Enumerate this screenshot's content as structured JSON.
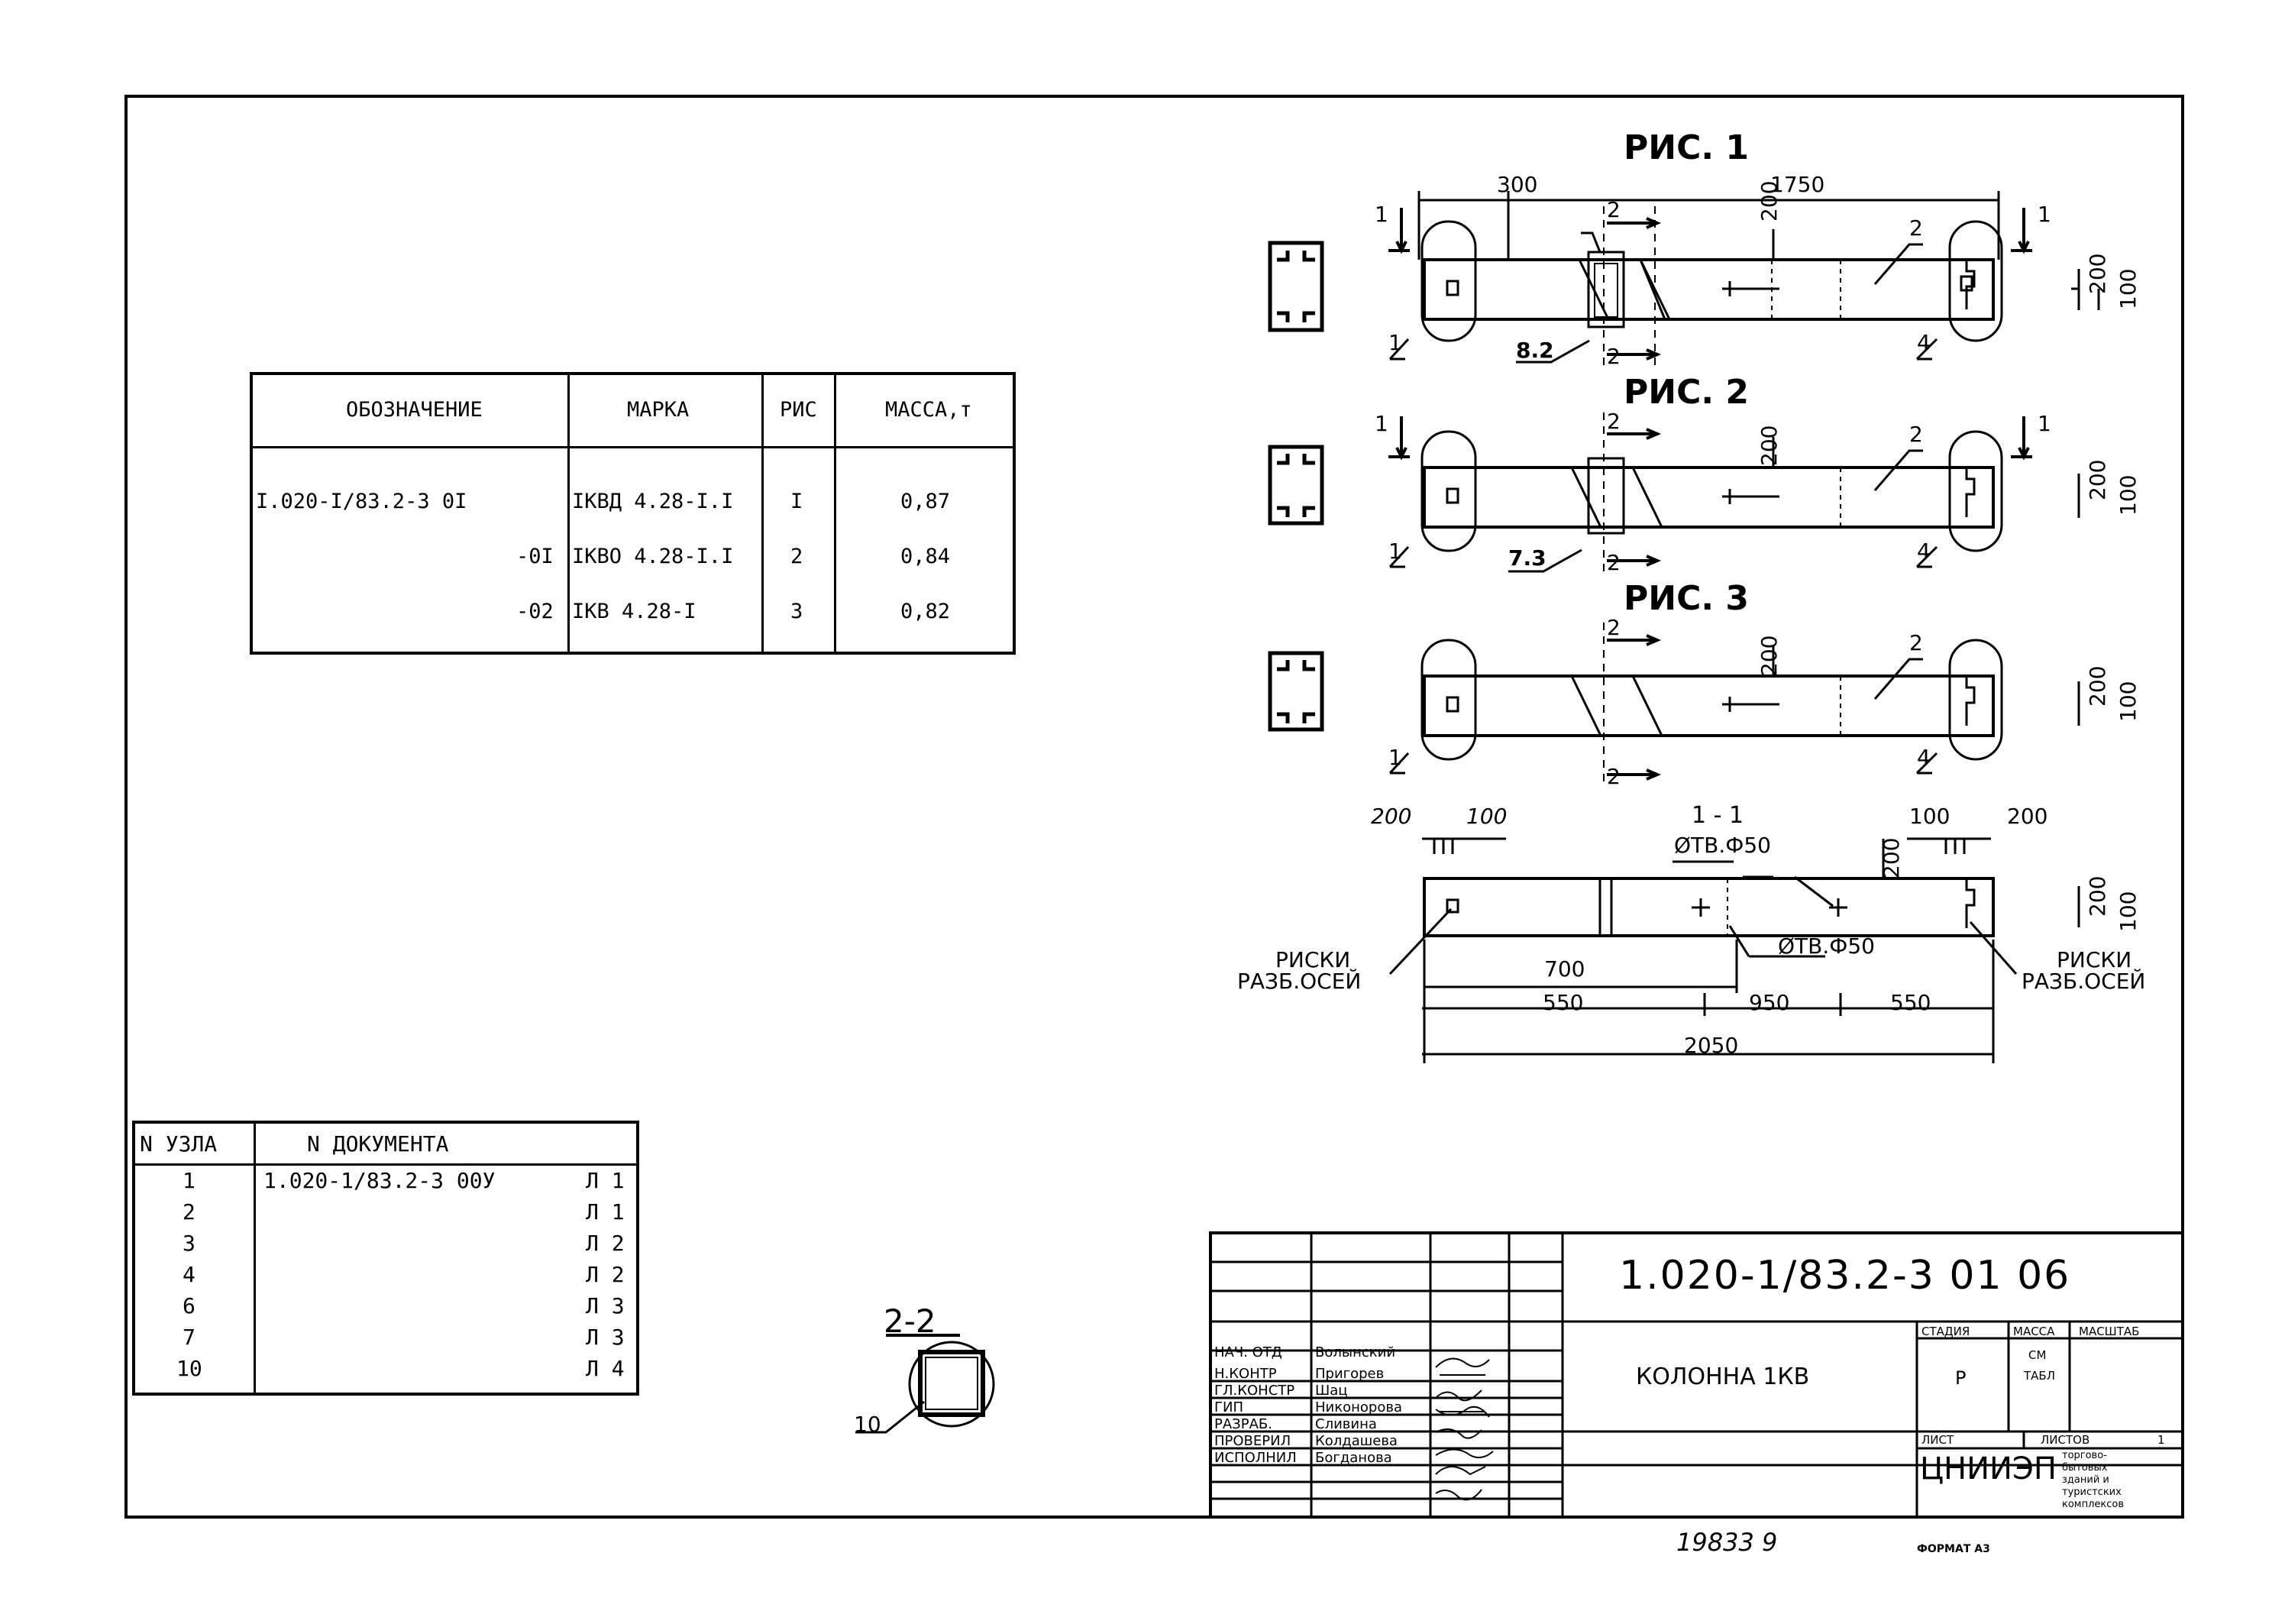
{
  "figures": {
    "fig1": "РИС. 1",
    "fig2": "РИС. 2",
    "fig3": "РИС. 3",
    "section11": "1 - 1",
    "section22": "2-2"
  },
  "dims": {
    "d300": "300",
    "d1750": "1750",
    "d200": "200",
    "d100": "100",
    "d700": "700",
    "d550": "550",
    "d950": "950",
    "d2050": "2050",
    "hole1": "ØТВ.Ф50",
    "hole2": "ØТВ.Ф50",
    "marks_l1": "РИСКИ",
    "marks_l2": "РАЗБ.ОСЕЙ",
    "marks_r1": "РИСКИ",
    "marks_r2": "РАЗБ.ОСЕЙ",
    "node82": "8.2",
    "node73": "7.3",
    "node10": "10",
    "pos1": "1",
    "pos2": "2",
    "pos4": "4",
    "cut1": "1",
    "cut2": "2"
  },
  "marks_table": {
    "headers": [
      "ОБОЗНАЧЕНИЕ",
      "МАРКА",
      "РИС",
      "МАССА,т"
    ],
    "rows": [
      [
        "I.020-I/83.2-3 0I",
        "IКВД 4.28-I.I",
        "I",
        "0,87"
      ],
      [
        "-0I",
        "IКВО 4.28-I.I",
        "2",
        "0,84"
      ],
      [
        "-02",
        "IКВ 4.28-I",
        "3",
        "0,82"
      ]
    ]
  },
  "node_table": {
    "headers": [
      "N УЗЛА",
      "N ДОКУМЕНТА"
    ],
    "rows": [
      [
        "1",
        "1.020-1/83.2-3 00У",
        "Л 1"
      ],
      [
        "2",
        "",
        "Л 1"
      ],
      [
        "3",
        "",
        "Л 2"
      ],
      [
        "4",
        "",
        "Л 2"
      ],
      [
        "6",
        "",
        "Л 3"
      ],
      [
        "7",
        "",
        "Л 3"
      ],
      [
        "10",
        "",
        "Л 4"
      ]
    ]
  },
  "title_block": {
    "doc_code": "1.020-1/83.2-3 01 06",
    "name": "КОЛОННА 1КВ",
    "stage_label": "СТАДИЯ",
    "mass_label": "МАССА",
    "scale_label": "МАСШТАБ",
    "stage": "Р",
    "mass_val_1": "СМ",
    "mass_val_2": "ТАБЛ",
    "sheet_label": "ЛИСТ",
    "sheets_label": "ЛИСТОВ",
    "sheets": "1",
    "org": "ЦНИИЭП",
    "org_desc": [
      "торгово-",
      "бытовых",
      "зданий и",
      "туристских",
      "комплексов"
    ],
    "roles": [
      "НАЧ. ОТД",
      "Н.КОНТР",
      "ГЛ.КОНСТР",
      "ГИП",
      "РАЗРАБ.",
      "ПРОВЕРИЛ",
      "ИСПОЛНИЛ"
    ],
    "names": [
      "Волынский",
      "Пригорев",
      "Шац",
      "Никонорова",
      "Сливина",
      "Колдашева",
      "Богданова"
    ]
  },
  "footer": {
    "number": "19833 9",
    "format": "ФОРМАТ А3"
  }
}
